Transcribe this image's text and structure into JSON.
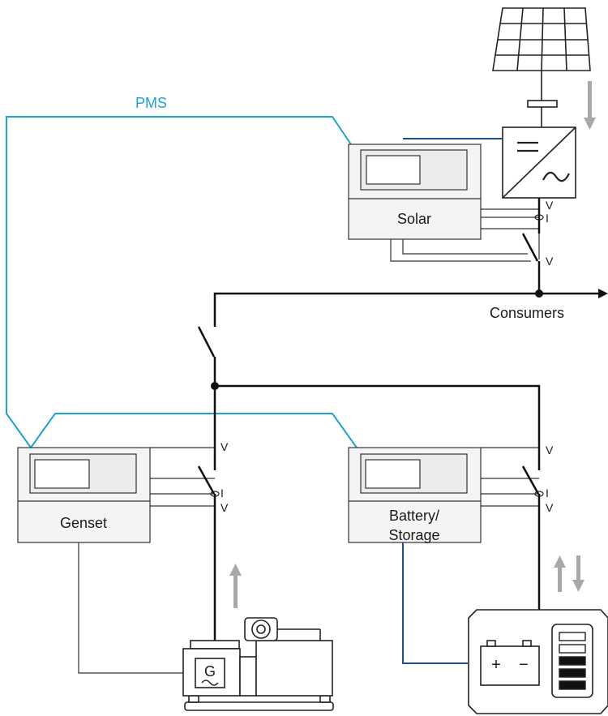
{
  "pms_label": "PMS",
  "controllers": {
    "solar": "Solar",
    "genset": "Genset",
    "battery_line1": "Battery/",
    "battery_line2": "Storage"
  },
  "consumers_label": "Consumers",
  "measure": {
    "voltage": "V",
    "current": "I"
  },
  "generator_symbol": "G",
  "battery_signs": {
    "plus": "+",
    "minus": "−"
  },
  "colors": {
    "pms_line": "#1ba3d6",
    "dc_line": "#1f4e8c",
    "power_line": "#111111",
    "flow_arrow": "#a8a8a8"
  }
}
